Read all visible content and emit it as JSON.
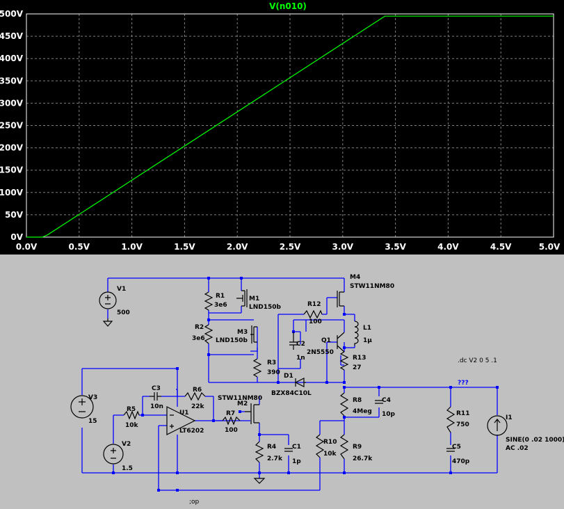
{
  "chart_data": {
    "type": "line",
    "title": "V(n010)",
    "xlim": [
      0,
      5
    ],
    "ylim": [
      0,
      500
    ],
    "x_ticks": [
      "0.0V",
      "0.5V",
      "1.0V",
      "1.5V",
      "2.0V",
      "2.5V",
      "3.0V",
      "3.5V",
      "4.0V",
      "4.5V",
      "5.0V"
    ],
    "y_ticks": [
      "0V",
      "50V",
      "100V",
      "150V",
      "200V",
      "250V",
      "300V",
      "350V",
      "400V",
      "450V",
      "500V"
    ],
    "grid": true,
    "series": [
      {
        "name": "V(n010)",
        "color": "#00ff00",
        "x": [
          0.0,
          0.15,
          0.2,
          3.4,
          5.0
        ],
        "y": [
          0,
          0,
          5,
          495,
          495
        ]
      }
    ]
  },
  "schematic": {
    "components": {
      "V1": {
        "name": "V1",
        "value": "500"
      },
      "V2": {
        "name": "V2",
        "value": "1.5"
      },
      "V3": {
        "name": "V3",
        "value": "15"
      },
      "R1": {
        "name": "R1",
        "value": "3e6"
      },
      "R2": {
        "name": "R2",
        "value": "3e6"
      },
      "R3": {
        "name": "R3",
        "value": "390"
      },
      "R4": {
        "name": "R4",
        "value": "2.7k"
      },
      "R5": {
        "name": "R5",
        "value": "10k"
      },
      "R6": {
        "name": "R6",
        "value": "22k"
      },
      "R7": {
        "name": "R7",
        "value": "100"
      },
      "R8": {
        "name": "R8",
        "value": "4Meg"
      },
      "R9": {
        "name": "R9",
        "value": "26.7k"
      },
      "R10": {
        "name": "R10",
        "value": "10k"
      },
      "R11": {
        "name": "R11",
        "value": "750"
      },
      "R12": {
        "name": "R12",
        "value": "100"
      },
      "R13": {
        "name": "R13",
        "value": "27"
      },
      "C1": {
        "name": "C1",
        "value": "1p"
      },
      "C2": {
        "name": "C2",
        "value": "1n"
      },
      "C3": {
        "name": "C3",
        "value": "10n"
      },
      "C4": {
        "name": "C4",
        "value": "10p"
      },
      "C5": {
        "name": "C5",
        "value": "470p"
      },
      "L1": {
        "name": "L1",
        "value": "1µ"
      },
      "M1": {
        "name": "M1",
        "value": "LND150b"
      },
      "M2": {
        "name": "M2",
        "value": "STW11NM80"
      },
      "M3": {
        "name": "M3",
        "value": "LND150b"
      },
      "M4": {
        "name": "M4",
        "value": "STW11NM80"
      },
      "Q1": {
        "name": "Q1",
        "value": "2N5550"
      },
      "D1": {
        "name": "D1",
        "value": "BZX84C10L"
      },
      "U1": {
        "name": "U1",
        "value": "LT6202"
      },
      "I1": {
        "name": "I1",
        "value": "SINE(0 .02 1000)",
        "value2": "AC .02"
      }
    },
    "directives": {
      "dc": ".dc V2 0 5 .1",
      "op": ";op"
    },
    "net_label": "???",
    "colors": {
      "wire": "#0000ff",
      "component": "#000000",
      "background": "#c0c0c0",
      "trace": "#00ff00",
      "plot_bg": "#000000",
      "grid": "#808080"
    }
  }
}
